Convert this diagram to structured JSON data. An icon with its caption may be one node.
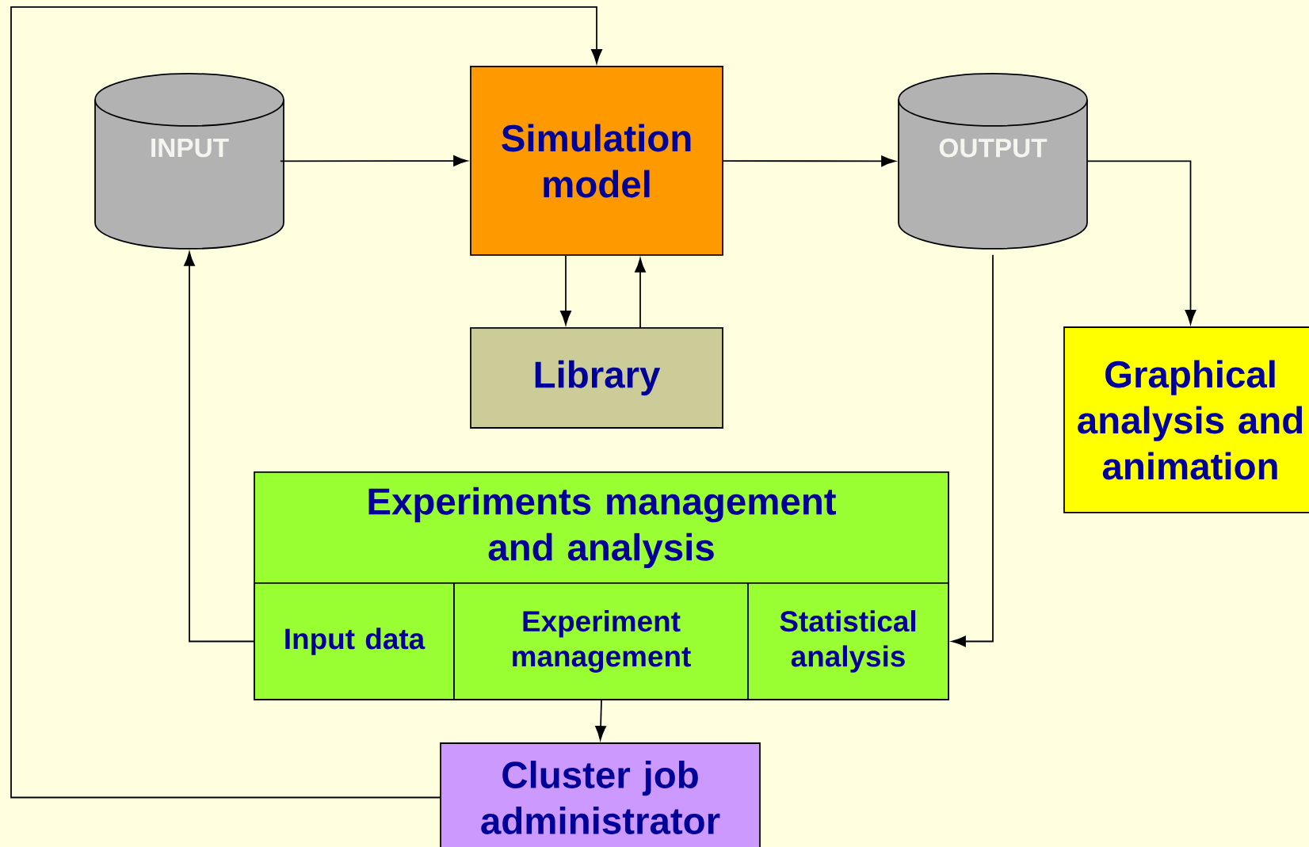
{
  "diagram": {
    "nodes": [
      {
        "text": [
          "INPUT"
        ]
      },
      {
        "text": [
          "Simulation model"
        ]
      },
      {
        "text": [
          "OUTPUT"
        ]
      },
      {
        "text": [
          "Library"
        ]
      },
      {
        "text": [
          "Graphical analysis and animation"
        ]
      },
      {
        "text": [
          "Experiments management and analysis"
        ]
      },
      {
        "text": [
          "Input data"
        ],
        "in": 5
      },
      {
        "text": [
          "Experiment management"
        ],
        "in": 5
      },
      {
        "text": [
          "Statistical analysis"
        ],
        "in": 5
      },
      {
        "text": [
          "Cluster job administrator"
        ]
      }
    ],
    "edges": [
      {
        "from": 9,
        "to": 1,
        "arrow": "to"
      },
      {
        "from": 0,
        "to": 1,
        "arrow": "to"
      },
      {
        "from": 1,
        "to": 2,
        "arrow": "to"
      },
      {
        "from": 1,
        "to": 3,
        "arrow": "to"
      },
      {
        "from": 3,
        "to": 1,
        "arrow": "to"
      },
      {
        "from": 2,
        "to": 4,
        "arrow": "to"
      },
      {
        "from": 2,
        "to": 8,
        "arrow": "to"
      },
      {
        "from": 6,
        "to": 0,
        "arrow": "to"
      },
      {
        "from": 5,
        "to": 9,
        "arrow": "to"
      }
    ]
  }
}
